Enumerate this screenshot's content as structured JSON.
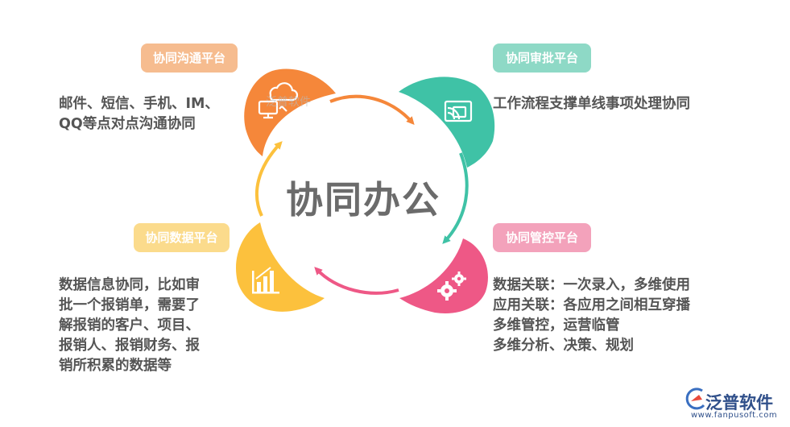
{
  "center": {
    "title": "协同办公"
  },
  "quadrants": [
    {
      "tag": "协同沟通平台",
      "lines": [
        "邮件、短信、手机、IM、",
        "QQ等点对点沟通协同"
      ],
      "color": "#f5873a",
      "tag_color": "#f6bc8f",
      "icon": "cloud-computer-icon"
    },
    {
      "tag": "协同审批平台",
      "lines": [
        "工作流程支撑单线事项处理协同"
      ],
      "color": "#3fc2a6",
      "tag_color": "#8ed9c6",
      "icon": "screen-cast-icon"
    },
    {
      "tag": "协同数据平台",
      "lines": [
        "数据信息协同，比如审",
        "批一个报销单，需要了",
        "解报销的客户、项目、",
        "报销人、报销财务、报",
        "销所积累的数据等"
      ],
      "color": "#fcc13d",
      "tag_color": "#fbdb8c",
      "icon": "bar-chart-icon"
    },
    {
      "tag": "协同管控平台",
      "lines": [
        "数据关联：一次录入，多维使用",
        "应用关联：各应用之间相互穿播",
        "多维管控，运营临管",
        "多维分析、决策、规划"
      ],
      "color": "#ee5886",
      "tag_color": "#f3a2bb",
      "icon": "gears-icon"
    }
  ],
  "watermark": "泛普软件",
  "logo": {
    "name": "泛普软件",
    "url": "www.fanpusoft.com",
    "icon": "fanpu-logo-icon"
  }
}
